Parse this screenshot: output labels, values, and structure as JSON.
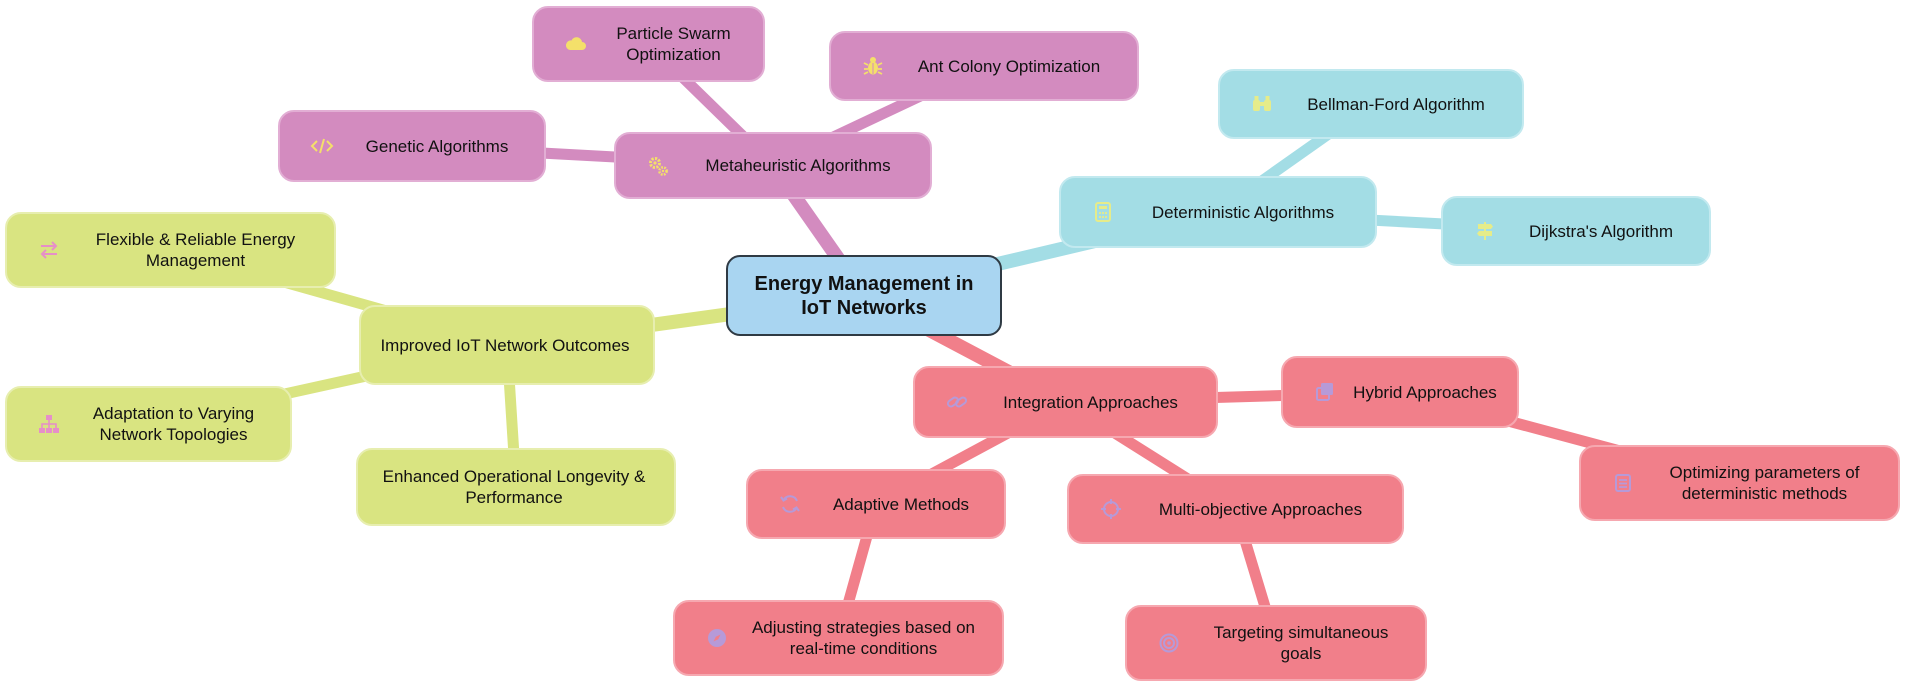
{
  "diagram": {
    "root": {
      "label": "Energy Management in IoT Networks"
    },
    "nodes": {
      "metaheuristic": {
        "label": "Metaheuristic Algorithms",
        "icon": "gears-icon"
      },
      "pso": {
        "label": "Particle Swarm Optimization",
        "icon": "cloud-icon"
      },
      "aco": {
        "label": "Ant Colony Optimization",
        "icon": "bug-icon"
      },
      "genetic": {
        "label": "Genetic Algorithms",
        "icon": "code-icon"
      },
      "deterministic": {
        "label": "Deterministic Algorithms",
        "icon": "calculator-icon"
      },
      "bellman": {
        "label": "Bellman-Ford Algorithm",
        "icon": "binoculars-icon"
      },
      "dijkstra": {
        "label": "Dijkstra's Algorithm",
        "icon": "road-sign-icon"
      },
      "improved": {
        "label": "Improved IoT Network Outcomes",
        "icon": ""
      },
      "flexible": {
        "label": "Flexible & Reliable Energy Management",
        "icon": "exchange-arrows-icon"
      },
      "adaptation": {
        "label": "Adaptation to Varying Network Topologies",
        "icon": "sitemap-icon"
      },
      "enhanced": {
        "label": "Enhanced Operational Longevity & Performance",
        "icon": ""
      },
      "integration": {
        "label": "Integration Approaches",
        "icon": "link-icon"
      },
      "hybrid": {
        "label": "Hybrid Approaches",
        "icon": "clone-icon"
      },
      "optimizing": {
        "label": "Optimizing parameters of deterministic methods",
        "icon": "list-icon"
      },
      "adaptive": {
        "label": "Adaptive Methods",
        "icon": "sync-icon"
      },
      "adjusting": {
        "label": "Adjusting strategies based on real-time conditions",
        "icon": "compass-icon"
      },
      "multi": {
        "label": "Multi-objective Approaches",
        "icon": "crosshairs-icon"
      },
      "targeting": {
        "label": "Targeting simultaneous goals",
        "icon": "bullseye-icon"
      }
    },
    "edges": [
      [
        "root",
        "metaheuristic"
      ],
      [
        "metaheuristic",
        "pso"
      ],
      [
        "metaheuristic",
        "aco"
      ],
      [
        "metaheuristic",
        "genetic"
      ],
      [
        "root",
        "deterministic"
      ],
      [
        "deterministic",
        "bellman"
      ],
      [
        "deterministic",
        "dijkstra"
      ],
      [
        "root",
        "improved"
      ],
      [
        "improved",
        "flexible"
      ],
      [
        "improved",
        "adaptation"
      ],
      [
        "improved",
        "enhanced"
      ],
      [
        "root",
        "integration"
      ],
      [
        "integration",
        "hybrid"
      ],
      [
        "hybrid",
        "optimizing"
      ],
      [
        "integration",
        "adaptive"
      ],
      [
        "adaptive",
        "adjusting"
      ],
      [
        "integration",
        "multi"
      ],
      [
        "multi",
        "targeting"
      ]
    ],
    "colors": {
      "metaheuristic_branch": "#d38bbf",
      "deterministic_branch": "#a3dde5",
      "outcomes_branch": "#d9e481",
      "integration_branch": "#f17f8a",
      "root_fill": "#a9d5f1",
      "root_border": "#2f3a44",
      "icon_metaheuristic": "#f4e06a",
      "icon_deterministic": "#e6ec8a",
      "icon_outcomes": "#e68fc8",
      "icon_integration": "#b69ad8"
    }
  }
}
